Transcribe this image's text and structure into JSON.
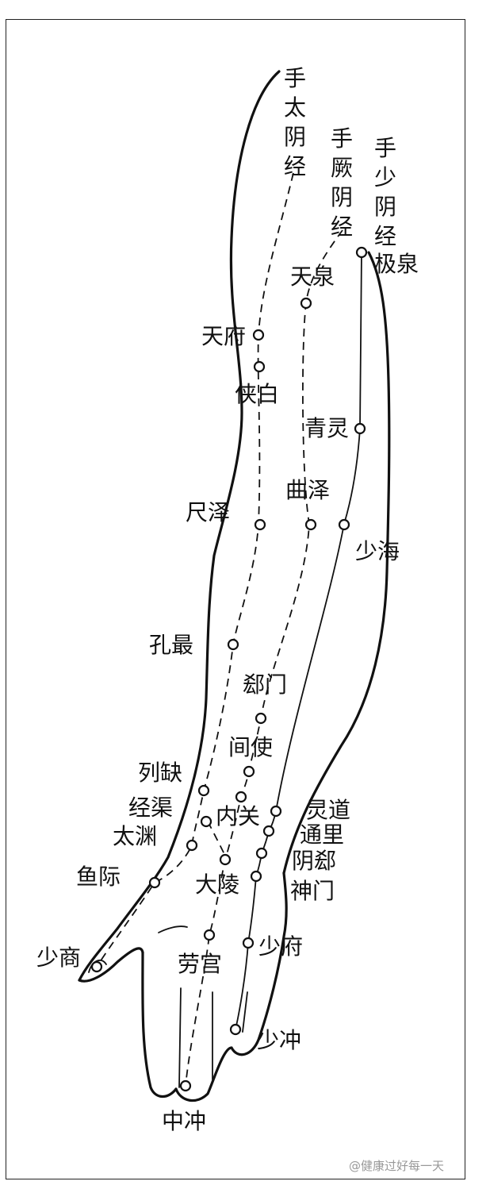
{
  "meridians": [
    {
      "id": "lung",
      "name": "手太阴经",
      "chars": [
        "手",
        "太",
        "阴",
        "经"
      ]
    },
    {
      "id": "pericardium",
      "name": "手厥阴经",
      "chars": [
        "手",
        "厥",
        "阴",
        "经"
      ]
    },
    {
      "id": "heart",
      "name": "手少阴经",
      "chars": [
        "手",
        "少",
        "阴",
        "经"
      ]
    }
  ],
  "points": {
    "jiquan": "极泉",
    "tianquan": "天泉",
    "tianfu": "天府",
    "xiabai": "侠白",
    "qingling": "青灵",
    "quze": "曲泽",
    "chize": "尺泽",
    "shaohai": "少海",
    "kongzui": "孔最",
    "ximen": "郄门",
    "jianshi": "间使",
    "lieque": "列缺",
    "jingqu": "经渠",
    "neiguan": "内关",
    "lingdao": "灵道",
    "taiyuan": "太渊",
    "tongli": "通里",
    "yinxi": "阴郄",
    "yuji": "鱼际",
    "daling": "大陵",
    "shenmen": "神门",
    "shaofu": "少府",
    "shaoshang": "少商",
    "laogong": "劳宫",
    "shaochong": "少冲",
    "zhongchong": "中冲"
  },
  "watermark": "@健康过好每一天"
}
